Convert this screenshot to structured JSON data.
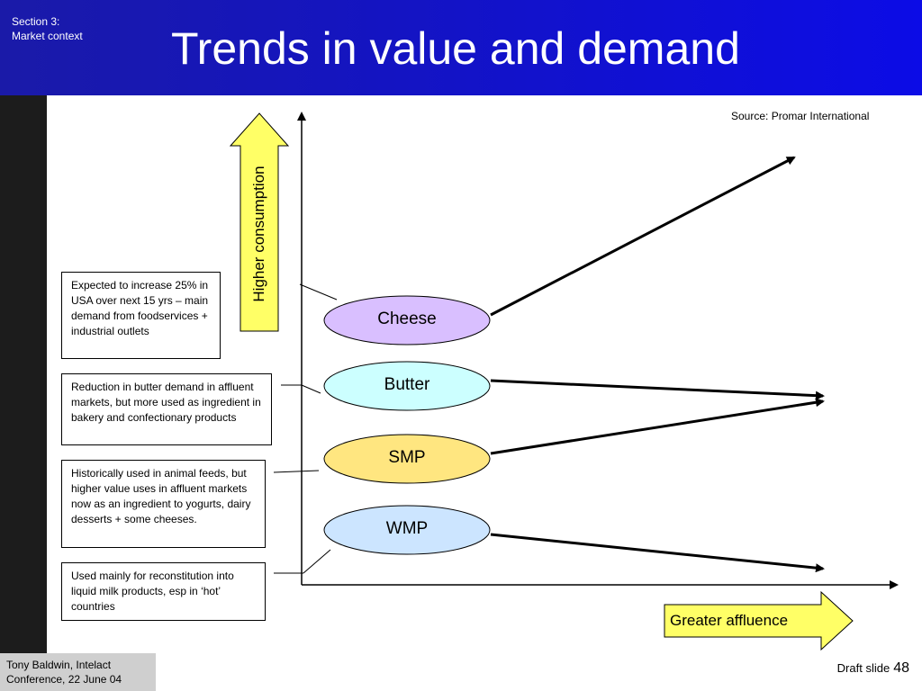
{
  "header": {
    "section_line1": "Section 3:",
    "section_line2": "Market context",
    "title": "Trends in value and demand"
  },
  "source": "Source: Promar International",
  "axes": {
    "y_label": "Higher consumption",
    "x_label": "Greater affluence"
  },
  "products": [
    {
      "name": "Cheese",
      "color": "#d9bfff",
      "trend": "up"
    },
    {
      "name": "Butter",
      "color": "#ccffff",
      "trend": "flat"
    },
    {
      "name": "SMP",
      "color": "#ffe680",
      "trend": "up-converging"
    },
    {
      "name": "WMP",
      "color": "#cce5ff",
      "trend": "down"
    }
  ],
  "notes": [
    "Expected to increase 25% in USA over next 15 yrs – main demand from foodservices + industrial outlets",
    "Reduction in butter demand in affluent markets, but more used as ingredient in bakery and confectionary products",
    "Historically used in animal feeds, but higher value uses in affluent markets now as an ingredient to yogurts, dairy desserts + some cheeses.",
    "Used mainly for reconstitution into liquid milk products, esp in ‘hot’ countries"
  ],
  "footer": {
    "author_line1": "Tony Baldwin, Intelact",
    "author_line2": "Conference, 22 June 04",
    "slide_label": "Draft slide",
    "slide_number": "48"
  },
  "colors": {
    "header_blue": "#0c0ce6",
    "arrow_yellow": "#ffff66"
  }
}
